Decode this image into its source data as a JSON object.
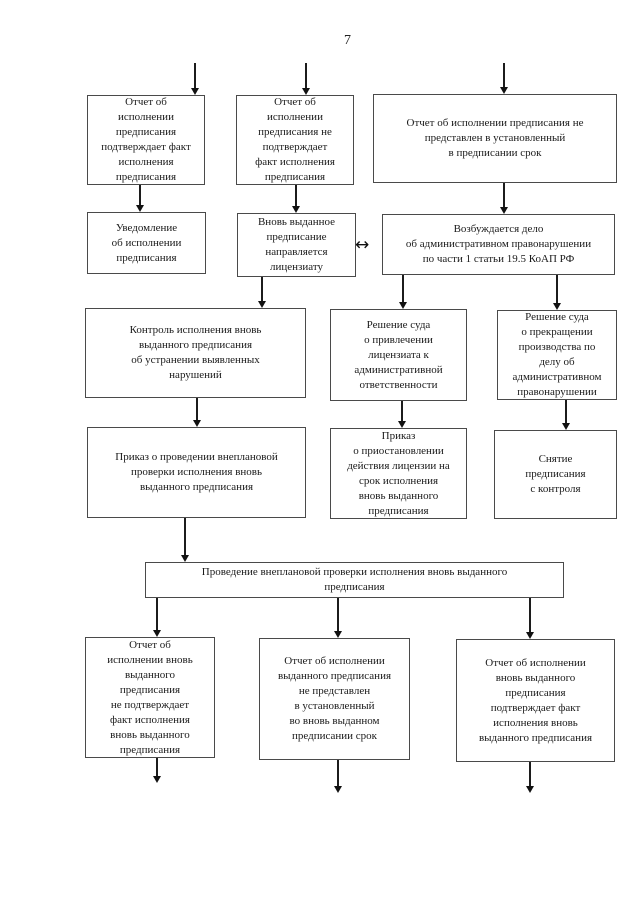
{
  "page": {
    "number": "7"
  },
  "symbols": {
    "double_arrow": "↔"
  },
  "colors": {
    "background": "#ffffff",
    "box_border": "#4a4a4a",
    "connector": "#1c1c1c",
    "text": "#1a1a1a"
  },
  "nodes": {
    "report_confirms": {
      "text": "Отчет об\nисполнении\nпредписания\nподтверждает факт\nисполнения\nпредписания"
    },
    "report_not_confirms": {
      "text": "Отчет об\nисполнении\nпредписания не\nподтверждает\nфакт исполнения\nпредписания"
    },
    "report_not_submitted": {
      "text": "Отчет об исполнении предписания не\nпредставлен в установленный\nв предписании срок"
    },
    "notification": {
      "text": "Уведомление\nоб исполнении\nпредписания"
    },
    "new_order_sent": {
      "text": "Вновь выданное\nпредписание\nнаправляется\nлицензиату"
    },
    "case_initiated": {
      "text": "Возбуждается дело\nоб административном правонарушении\nпо части 1 статьи 19.5 КоАП РФ"
    },
    "control_new_order": {
      "text": "Контроль исполнения вновь\nвыданного предписания\nоб устранении выявленных\nнарушений"
    },
    "court_liability": {
      "text": "Решение суда\nо привлечении\nлицензиата к\nадминистративной\nответственности"
    },
    "court_termination": {
      "text": "Решение суда\nо прекращении\nпроизводства по\nделу об\nадминистративном\nправонарушении"
    },
    "order_inspection": {
      "text": "Приказ о проведении внеплановой\nпроверки исполнения вновь\nвыданного предписания"
    },
    "order_suspension": {
      "text": "Приказ\nо приостановлении\nдействия лицензии на\nсрок исполнения\nвновь выданного\nпредписания"
    },
    "removal_control": {
      "text": "Снятие\nпредписания\nс контроля"
    },
    "inspection_conduct": {
      "text": "Проведение внеплановой проверки исполнения вновь выданного\nпредписания"
    },
    "new_report_not_confirms": {
      "text": "Отчет об\nисполнении вновь\nвыданного\nпредписания\nне подтверждает\nфакт исполнения\nвновь выданного\nпредписания"
    },
    "new_report_not_submitted": {
      "text": "Отчет об исполнении\nвыданного предписания\nне представлен\nв установленный\nво вновь выданном\nпредписании срок"
    },
    "new_report_confirms": {
      "text": "Отчет об исполнении\nвновь выданного\nпредписания\nподтверждает факт\nисполнения вновь\nвыданного предписания"
    }
  }
}
